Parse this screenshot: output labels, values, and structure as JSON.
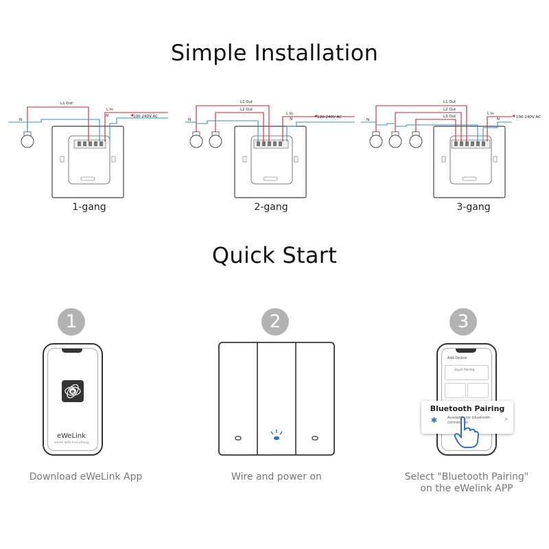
{
  "installation": {
    "title": "Simple Installation",
    "gangs": [
      {
        "label": "1-gang",
        "outputs": [
          "L1 Out"
        ]
      },
      {
        "label": "2-gang",
        "outputs": [
          "L1 Out",
          "L2 Out"
        ]
      },
      {
        "label": "3-gang",
        "outputs": [
          "L1 Out",
          "L2 Out",
          "L3 Out"
        ]
      }
    ],
    "live_in_label": "L In",
    "neutral_label": "N",
    "supply_label": "100-240V AC"
  },
  "quick_start": {
    "title": "Quick Start",
    "steps": [
      {
        "number": "1",
        "caption": "Download eWeLink App",
        "app_name": "eWeLink",
        "app_tagline": "works with everything"
      },
      {
        "number": "2",
        "caption": "Wire and power on"
      },
      {
        "number": "3",
        "caption_line1": "Select \"Bluetooth Pairing\"",
        "caption_line2": "on the eWelink APP",
        "card_title": "Bluetooth Pairing",
        "card_sub1": "Available for bluetooth",
        "card_sub2": "connection",
        "screen_header": "Add Device",
        "screen_option": "Quick Pairing"
      }
    ]
  },
  "colors": {
    "live": "#d0202b",
    "neutral": "#2a8fd6",
    "icon_gray": "#b3b3b3",
    "bluetooth": "#2a6fd6"
  }
}
